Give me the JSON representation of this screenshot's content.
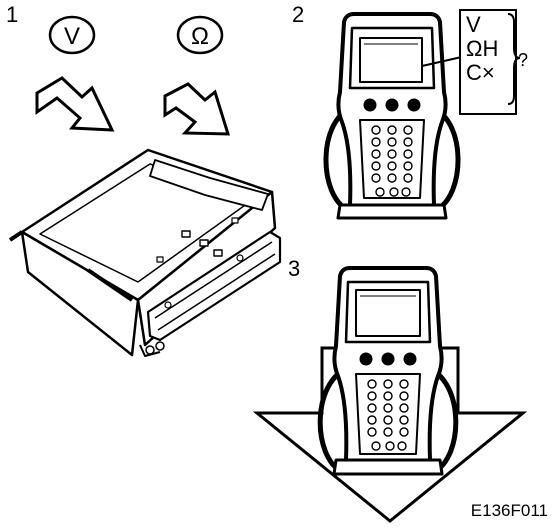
{
  "figure": {
    "code": "E136F011"
  },
  "steps": [
    {
      "number": "1",
      "symbols": [
        "V",
        "Ω"
      ]
    },
    {
      "number": "2",
      "menu_items": [
        "V",
        "ΩH",
        "C×"
      ],
      "query_mark": "?"
    },
    {
      "number": "3"
    }
  ]
}
